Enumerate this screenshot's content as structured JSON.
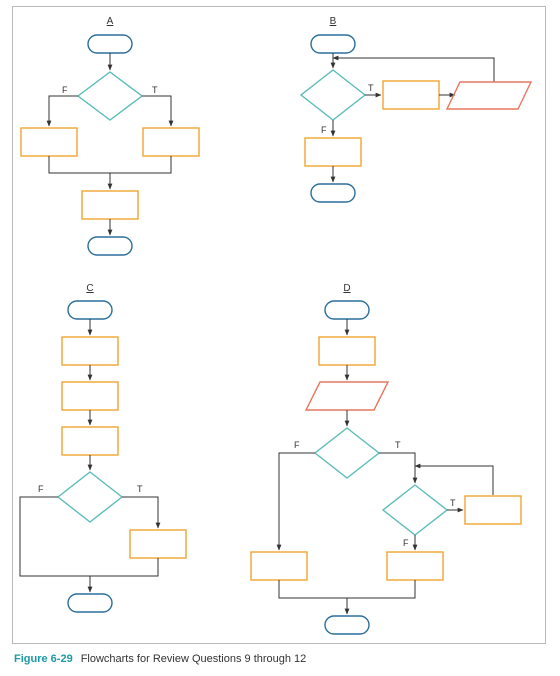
{
  "colors": {
    "terminal": "#2a6f9b",
    "decision": "#5bbcb8",
    "process": "#f0a531",
    "io": "#e8775f",
    "line": "#333333",
    "caption_accent": "#1c9aa6"
  },
  "panels": {
    "a": {
      "title": "A",
      "false_label": "F",
      "true_label": "T"
    },
    "b": {
      "title": "B",
      "false_label": "F",
      "true_label": "T"
    },
    "c": {
      "title": "C",
      "false_label": "F",
      "true_label": "T"
    },
    "d": {
      "title": "D",
      "outer_false_label": "F",
      "outer_true_label": "T",
      "inner_false_label": "F",
      "inner_true_label": "T"
    }
  },
  "caption": {
    "figure": "Figure 6-29",
    "text": "Flowcharts for Review Questions 9 through 12"
  }
}
